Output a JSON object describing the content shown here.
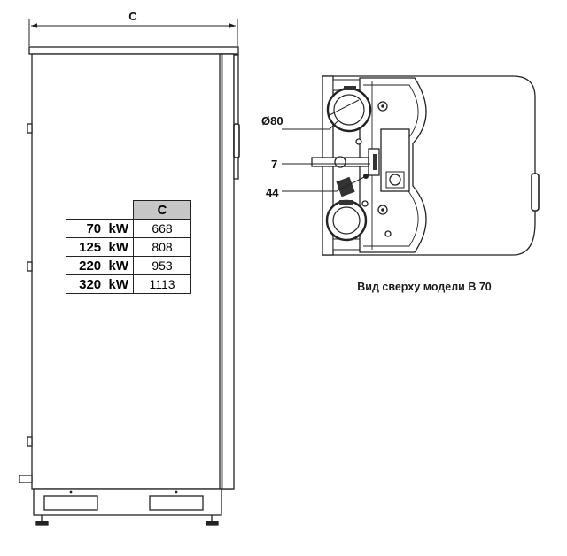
{
  "front_view": {
    "dimension_label": "C"
  },
  "dimension_table": {
    "header": "C",
    "rows": [
      {
        "model": "70  kW",
        "value": "668"
      },
      {
        "model": "125  kW",
        "value": "808"
      },
      {
        "model": "220  kW",
        "value": "953"
      },
      {
        "model": "320  kW",
        "value": "1113"
      }
    ]
  },
  "top_view": {
    "labels": {
      "flue_diameter": "Ø80",
      "item_7": "7",
      "item_44": "44"
    },
    "caption": "Вид сверху модели В 70"
  },
  "colors": {
    "line": "#222222",
    "table_header_fill": "#c6c6c6",
    "dark_part": "#333333"
  }
}
